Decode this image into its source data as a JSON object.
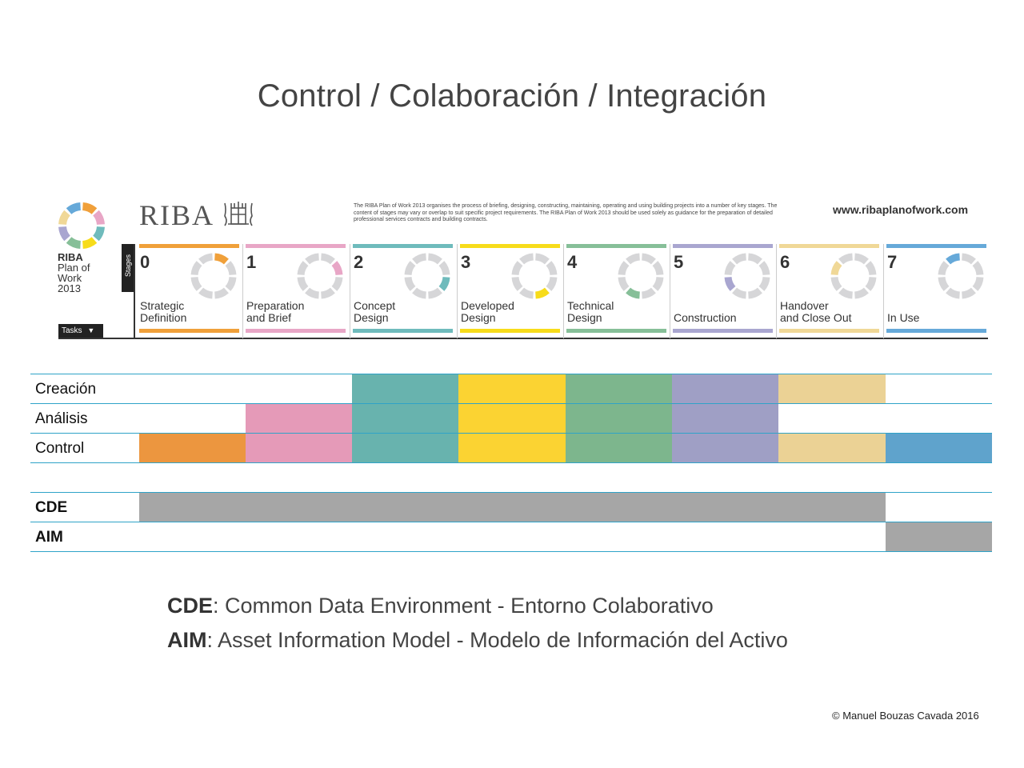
{
  "title": "Control / Colaboración / Integración",
  "riba": {
    "wordmark": "RIBA",
    "plan_label_1": "RIBA",
    "plan_label_2": "Plan of",
    "plan_label_3": "Work",
    "plan_label_4": "2013",
    "description": "The RIBA Plan of Work 2013 organises the process of briefing, designing, constructing, maintaining, operating and using building projects into a number of key stages. The content of stages may vary or overlap to suit specific project requirements. The RIBA Plan of Work 2013 should be used solely as guidance for the preparation of detailed professional services contracts and building contracts.",
    "url": "www.ribaplanofwork.com",
    "stages_tab": "Stages",
    "tasks_tab": "Tasks"
  },
  "stages": [
    {
      "num": "0",
      "name_1": "Strategic",
      "name_2": "Definition",
      "color": "#f0a03a"
    },
    {
      "num": "1",
      "name_1": "Preparation",
      "name_2": "and Brief",
      "color": "#e8a6c6"
    },
    {
      "num": "2",
      "name_1": "Concept",
      "name_2": "Design",
      "color": "#6fbbbc"
    },
    {
      "num": "3",
      "name_1": "Developed",
      "name_2": "Design",
      "color": "#f7dc1a"
    },
    {
      "num": "4",
      "name_1": "Technical",
      "name_2": "Design",
      "color": "#86bf98"
    },
    {
      "num": "5",
      "name_1": "",
      "name_2": "Construction",
      "color": "#a9a6d0"
    },
    {
      "num": "6",
      "name_1": "Handover",
      "name_2": "and Close Out",
      "color": "#f0d897"
    },
    {
      "num": "7",
      "name_1": "",
      "name_2": "In Use",
      "color": "#66a9d9"
    }
  ],
  "matrix": {
    "rows": [
      {
        "label": "Creación",
        "bold": false,
        "stages_active": [
          2,
          3,
          4,
          5,
          6
        ]
      },
      {
        "label": "Análisis",
        "bold": false,
        "stages_active": [
          1,
          2,
          3,
          4,
          5
        ]
      },
      {
        "label": "Control",
        "bold": false,
        "stages_active": [
          0,
          1,
          2,
          3,
          4,
          5,
          6,
          7
        ]
      },
      {
        "label": "CDE",
        "bold": true,
        "span": [
          0,
          6
        ],
        "color": "#a6a6a6"
      },
      {
        "label": "AIM",
        "bold": true,
        "span": [
          7,
          7
        ],
        "color": "#a6a6a6"
      }
    ],
    "cell_colors": [
      "#ec963f",
      "#e59ab8",
      "#68b3ae",
      "#fbd332",
      "#7db68d",
      "#9f9fc5",
      "#ebd295",
      "#5fa3cc"
    ]
  },
  "legend": {
    "cde_abbr": "CDE",
    "cde_text": ": Common Data Environment - Entorno Colaborativo",
    "aim_abbr": "AIM",
    "aim_text": ": Asset Information Model - Modelo de Información del Activo"
  },
  "copyright": "© Manuel Bouzas Cavada 2016"
}
